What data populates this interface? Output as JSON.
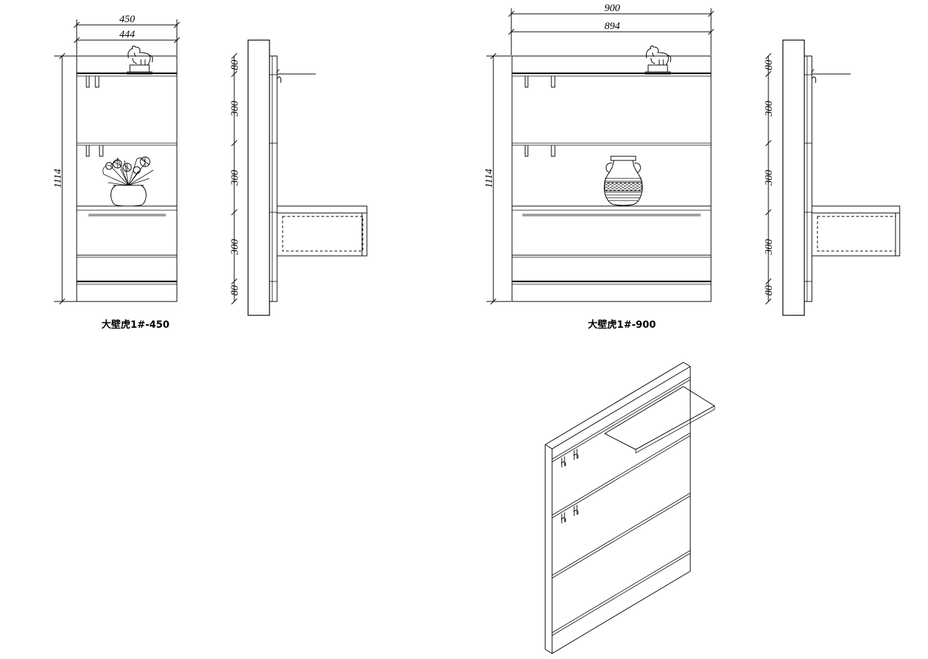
{
  "drawing": {
    "front_450": {
      "overall_width": "450",
      "inner_width": "444",
      "height": "1114",
      "title": "大壁虎1#-450"
    },
    "side_450": {
      "segments": [
        "80",
        "300",
        "300",
        "300",
        "80"
      ]
    },
    "front_900": {
      "overall_width": "900",
      "inner_width": "894",
      "height": "1114",
      "title": "大壁虎1#-900"
    },
    "side_900": {
      "segments": [
        "80",
        "300",
        "300",
        "300",
        "80"
      ]
    },
    "icons": {
      "horse": "horse-figurine-icon",
      "plant": "potted-plant-icon",
      "vase": "striped-vase-icon",
      "hook": "coat-hook-icon"
    }
  }
}
